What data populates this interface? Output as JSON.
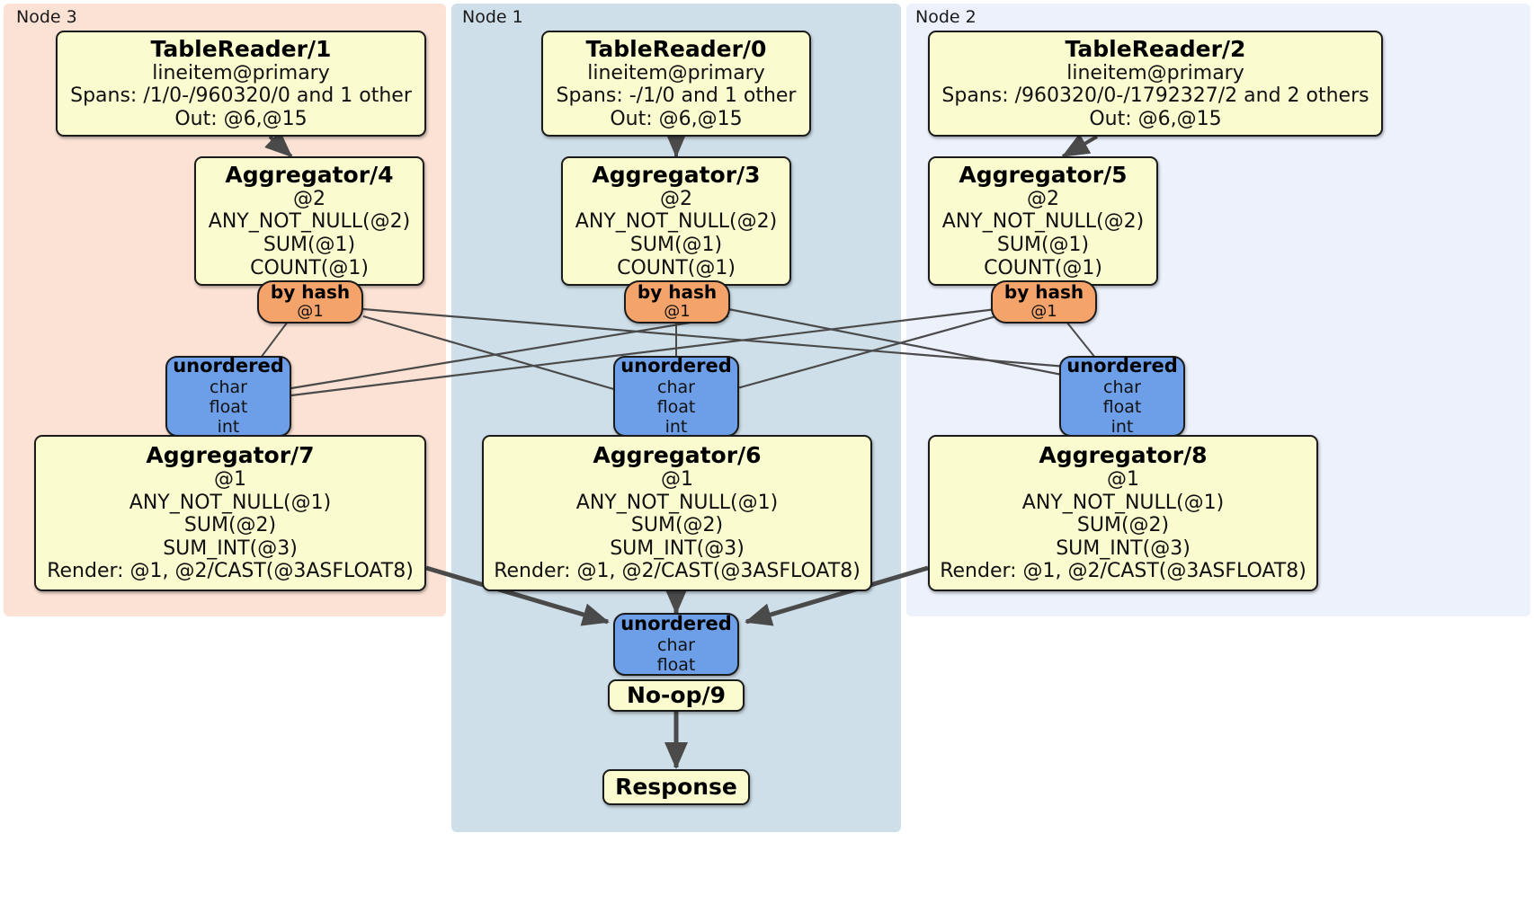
{
  "colors": {
    "node3_bg": "#fbe2d5",
    "node1_bg": "#cfdfe9",
    "node2_bg": "#ecf1fb",
    "processor_fill": "#fbfbd0",
    "router_fill": "#f4a36a",
    "sync_fill": "#6c9fe8",
    "stroke": "#1b1b1b",
    "edge": "#4a4a4a"
  },
  "panels": [
    {
      "id": "node3",
      "label": "Node 3"
    },
    {
      "id": "node1",
      "label": "Node 1"
    },
    {
      "id": "node2",
      "label": "Node 2"
    }
  ],
  "boxes": {
    "tablereader1": {
      "title": "TableReader/1",
      "lines": [
        "lineitem@primary",
        "Spans: /1/0-/960320/0 and 1 other",
        "Out: @6,@15"
      ]
    },
    "tablereader0": {
      "title": "TableReader/0",
      "lines": [
        "lineitem@primary",
        "Spans: -/1/0 and 1 other",
        "Out: @6,@15"
      ]
    },
    "tablereader2": {
      "title": "TableReader/2",
      "lines": [
        "lineitem@primary",
        "Spans: /960320/0-/1792327/2 and 2 others",
        "Out: @6,@15"
      ]
    },
    "aggregator4": {
      "title": "Aggregator/4",
      "lines": [
        "@2",
        "ANY_NOT_NULL(@2)",
        "SUM(@1)",
        "COUNT(@1)"
      ]
    },
    "aggregator3": {
      "title": "Aggregator/3",
      "lines": [
        "@2",
        "ANY_NOT_NULL(@2)",
        "SUM(@1)",
        "COUNT(@1)"
      ]
    },
    "aggregator5": {
      "title": "Aggregator/5",
      "lines": [
        "@2",
        "ANY_NOT_NULL(@2)",
        "SUM(@1)",
        "COUNT(@1)"
      ]
    },
    "aggregator7": {
      "title": "Aggregator/7",
      "lines": [
        "@1",
        "ANY_NOT_NULL(@1)",
        "SUM(@2)",
        "SUM_INT(@3)",
        "Render: @1, @2/CAST(@3ASFLOAT8)"
      ]
    },
    "aggregator6": {
      "title": "Aggregator/6",
      "lines": [
        "@1",
        "ANY_NOT_NULL(@1)",
        "SUM(@2)",
        "SUM_INT(@3)",
        "Render: @1, @2/CAST(@3ASFLOAT8)"
      ]
    },
    "aggregator8": {
      "title": "Aggregator/8",
      "lines": [
        "@1",
        "ANY_NOT_NULL(@1)",
        "SUM(@2)",
        "SUM_INT(@3)",
        "Render: @1, @2/CAST(@3ASFLOAT8)"
      ]
    },
    "byhash_left": {
      "title": "by hash",
      "lines": [
        "@1"
      ]
    },
    "byhash_center": {
      "title": "by hash",
      "lines": [
        "@1"
      ]
    },
    "byhash_right": {
      "title": "by hash",
      "lines": [
        "@1"
      ]
    },
    "unordered_left": {
      "title": "unordered",
      "lines": [
        "char",
        "float",
        "int"
      ]
    },
    "unordered_center": {
      "title": "unordered",
      "lines": [
        "char",
        "float",
        "int"
      ]
    },
    "unordered_right": {
      "title": "unordered",
      "lines": [
        "char",
        "float",
        "int"
      ]
    },
    "unordered_final": {
      "title": "unordered",
      "lines": [
        "char",
        "float"
      ]
    },
    "noop9": {
      "title": "No-op/9",
      "lines": []
    },
    "response": {
      "title": "Response",
      "lines": []
    }
  }
}
